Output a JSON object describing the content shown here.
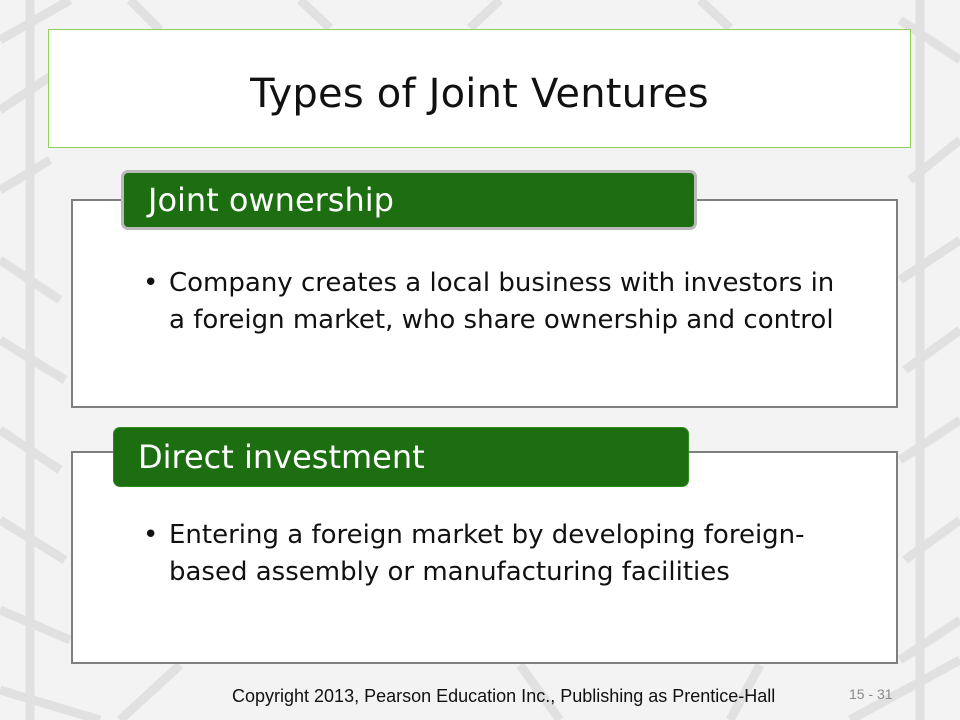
{
  "slide": {
    "title": "Types of Joint Ventures",
    "cards": [
      {
        "tab_label": "Joint ownership",
        "bullet": "Company creates a local business with investors in a foreign market, who share ownership and control"
      },
      {
        "tab_label": "Direct investment",
        "bullet": "Entering a foreign market by developing foreign-based assembly or manufacturing facilities"
      }
    ],
    "footer": {
      "copyright": "Copyright  2013, Pearson Education Inc., Publishing as Prentice-Hall",
      "slide_number": "15 - 31"
    }
  },
  "colors": {
    "accent_green": "#1c6e11",
    "title_border": "#8fcf5a",
    "card_border": "#7f7f7f"
  }
}
